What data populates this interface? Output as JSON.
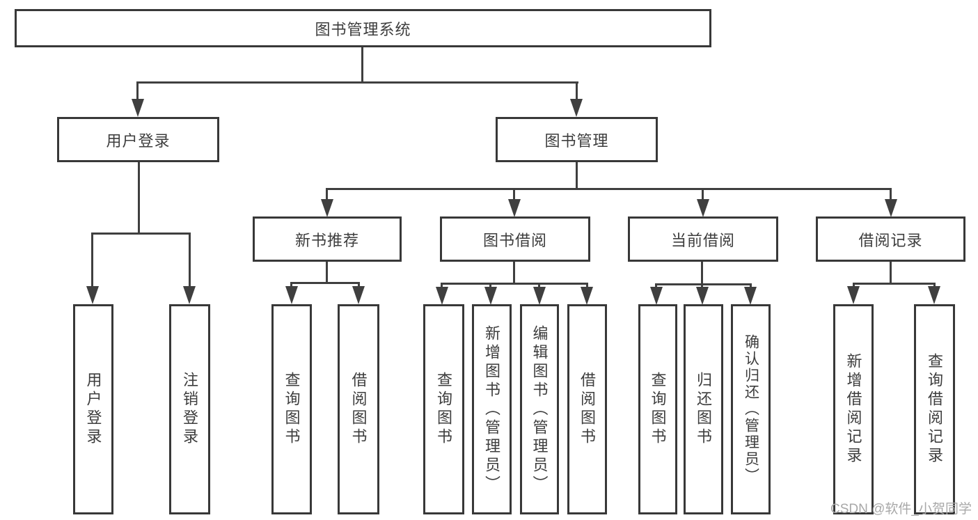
{
  "colors": {
    "line": "#3f3f3f",
    "box_border": "#383838",
    "text": "#3d3d3d",
    "background": "#ffffff",
    "watermark_text_color": "#a8a8a8"
  },
  "watermark": {
    "text": "CSDN @软件_小贺同学"
  },
  "diagram": {
    "type": "hierarchy-tree",
    "root": {
      "label": "图书管理系统"
    },
    "level2": [
      {
        "label": "用户登录",
        "parent": "图书管理系统"
      },
      {
        "label": "图书管理",
        "parent": "图书管理系统"
      }
    ],
    "level3": [
      {
        "label": "新书推荐",
        "parent": "图书管理"
      },
      {
        "label": "图书借阅",
        "parent": "图书管理"
      },
      {
        "label": "当前借阅",
        "parent": "图书管理"
      },
      {
        "label": "借阅记录",
        "parent": "图书管理"
      }
    ],
    "leaves": [
      {
        "label": "用户登录",
        "parent": "用户登录"
      },
      {
        "label": "注销登录",
        "parent": "用户登录"
      },
      {
        "label": "查询图书",
        "parent": "新书推荐"
      },
      {
        "label": "借阅图书",
        "parent": "新书推荐"
      },
      {
        "label": "查询图书",
        "parent": "图书借阅"
      },
      {
        "label": "新增图书（管理员）",
        "parent": "图书借阅"
      },
      {
        "label": "编辑图书（管理员）",
        "parent": "图书借阅"
      },
      {
        "label": "借阅图书",
        "parent": "图书借阅"
      },
      {
        "label": "查询图书",
        "parent": "当前借阅"
      },
      {
        "label": "归还图书",
        "parent": "当前借阅"
      },
      {
        "label": "确认归还（管理员）",
        "parent": "当前借阅"
      },
      {
        "label": "新增借阅记录",
        "parent": "借阅记录"
      },
      {
        "label": "查询借阅记录",
        "parent": "借阅记录"
      }
    ]
  }
}
